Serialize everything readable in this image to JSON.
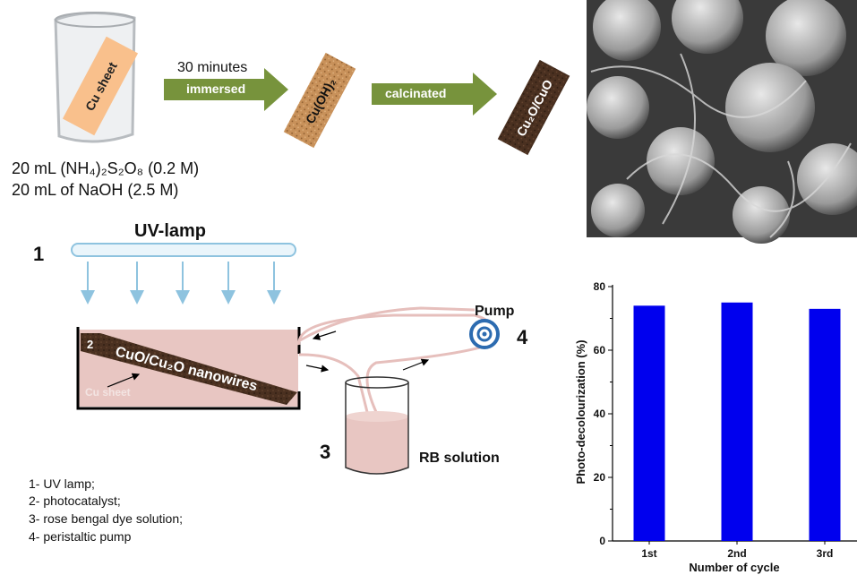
{
  "synthesis": {
    "beaker_label": "Cu sheet",
    "step1_time": "30 minutes",
    "step1_label": "immersed",
    "intermediate": "Cu(OH)₂",
    "step2_label": "calcinated",
    "product": "Cu₂O/CuO",
    "reagent_1": "20 mL (NH₄)₂S₂O₈ (0.2 M)",
    "reagent_2": "20 mL of NaOH (2.5 M)"
  },
  "setup": {
    "num_1": "1",
    "uv_lamp": "UV-lamp",
    "num_2": "2",
    "nanowires": "CuO/Cu₂O nanowires",
    "cu_sheet": "Cu sheet",
    "pump": "Pump",
    "num_4": "4",
    "num_3": "3",
    "rb_solution": "RB solution"
  },
  "legend": [
    "1- UV lamp;",
    "2- photocatalyst;",
    "3- rose bengal dye solution;",
    "4- peristaltic pump"
  ],
  "colors": {
    "arrow": "#77933c",
    "bar": "#0000ee",
    "pink": "#e8c6c2"
  },
  "chart_data": {
    "type": "bar",
    "categories": [
      "1st",
      "2nd",
      "3rd"
    ],
    "values": [
      74,
      75,
      73
    ],
    "xlabel": "Number of cycle",
    "ylabel": "Photo-decolourization (%)",
    "ylim": [
      0,
      80
    ],
    "yticks": [
      "0",
      "20",
      "40",
      "60",
      "80"
    ]
  }
}
